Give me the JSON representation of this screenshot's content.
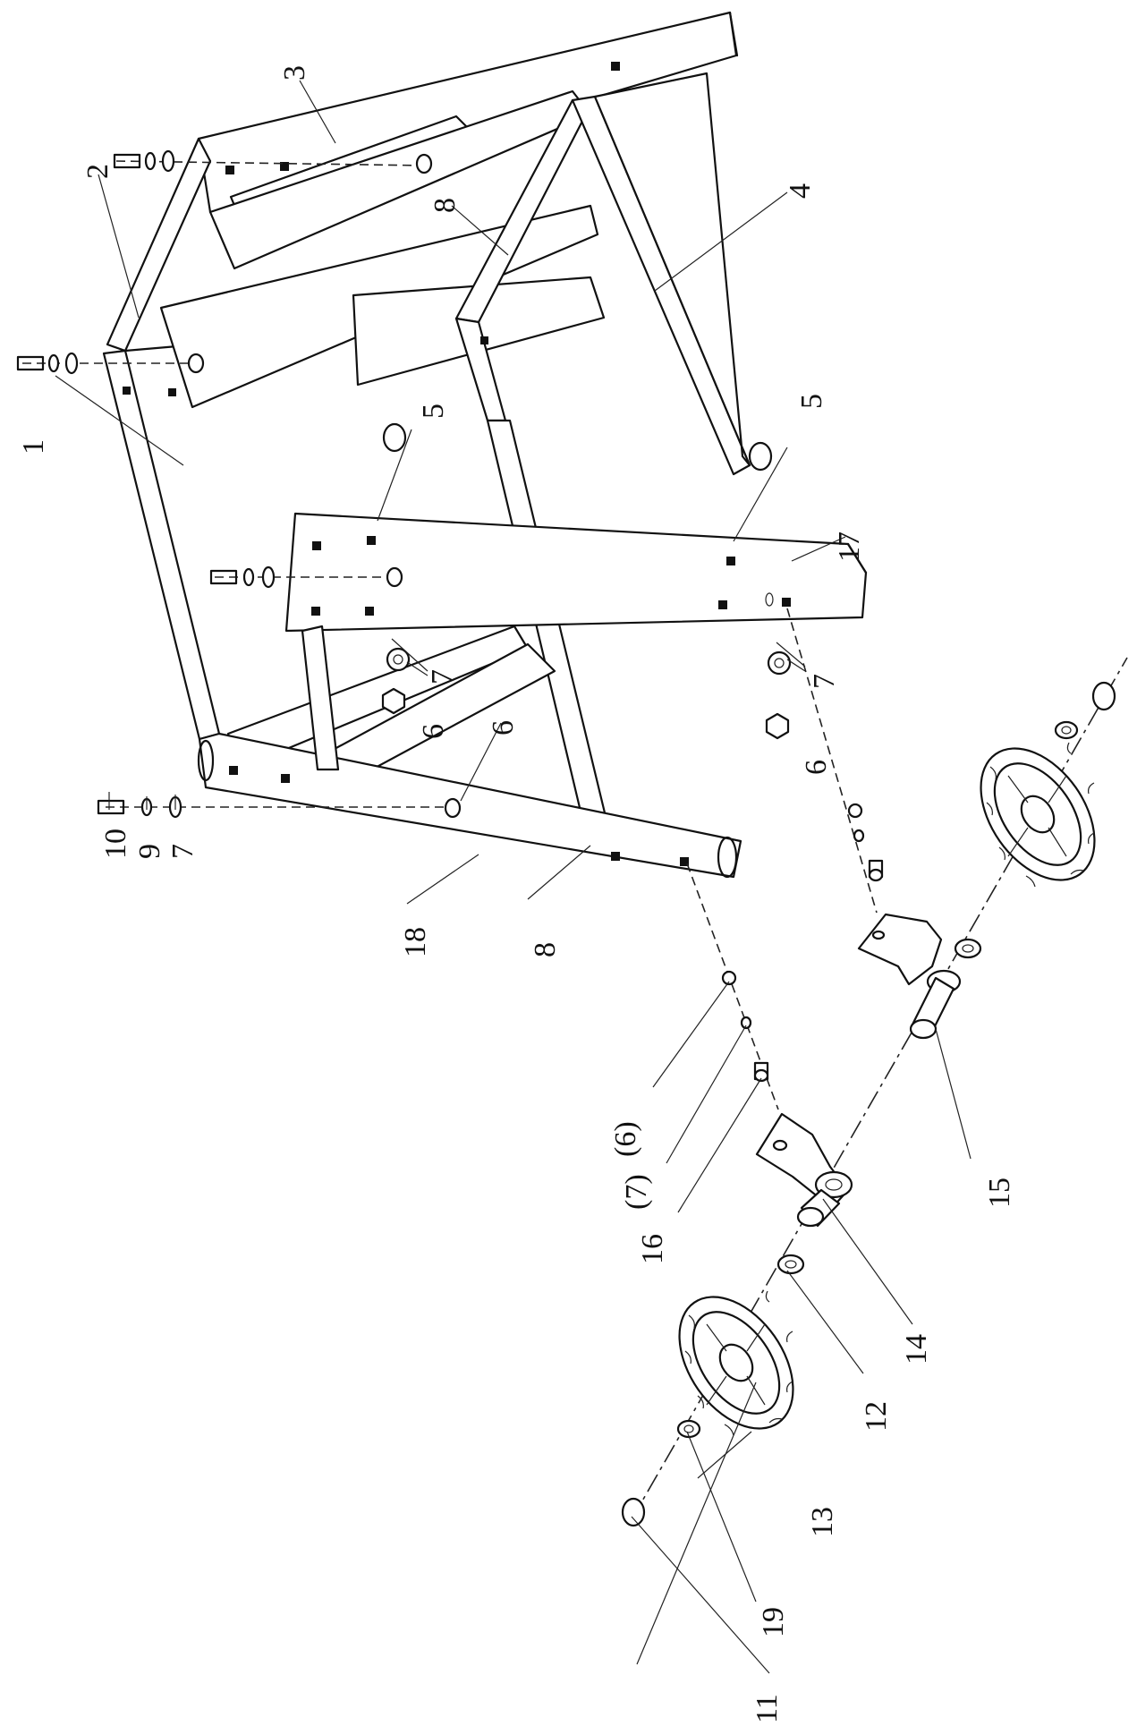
{
  "labels": [
    {
      "id": "l1",
      "text": "1"
    },
    {
      "id": "l2",
      "text": "2"
    },
    {
      "id": "l3",
      "text": "3"
    },
    {
      "id": "l4",
      "text": "4"
    },
    {
      "id": "l5a",
      "text": "5"
    },
    {
      "id": "l5b",
      "text": "5"
    },
    {
      "id": "l6a",
      "text": "6"
    },
    {
      "id": "l6b",
      "text": "6"
    },
    {
      "id": "l6c",
      "text": "6"
    },
    {
      "id": "l7a",
      "text": "7"
    },
    {
      "id": "l7b",
      "text": "7"
    },
    {
      "id": "l7c",
      "text": "7"
    },
    {
      "id": "l8a",
      "text": "8"
    },
    {
      "id": "l8b",
      "text": "8"
    },
    {
      "id": "l9",
      "text": "9"
    },
    {
      "id": "l10",
      "text": "10"
    },
    {
      "id": "l11",
      "text": "11"
    },
    {
      "id": "l12",
      "text": "12"
    },
    {
      "id": "l13",
      "text": "13"
    },
    {
      "id": "l14",
      "text": "14"
    },
    {
      "id": "l15",
      "text": "15"
    },
    {
      "id": "l16",
      "text": "16"
    },
    {
      "id": "l6p",
      "text": "(6)"
    },
    {
      "id": "l7p",
      "text": "(7)"
    },
    {
      "id": "l17",
      "text": "17"
    },
    {
      "id": "l18",
      "text": "18"
    },
    {
      "id": "l19",
      "text": "19"
    }
  ]
}
